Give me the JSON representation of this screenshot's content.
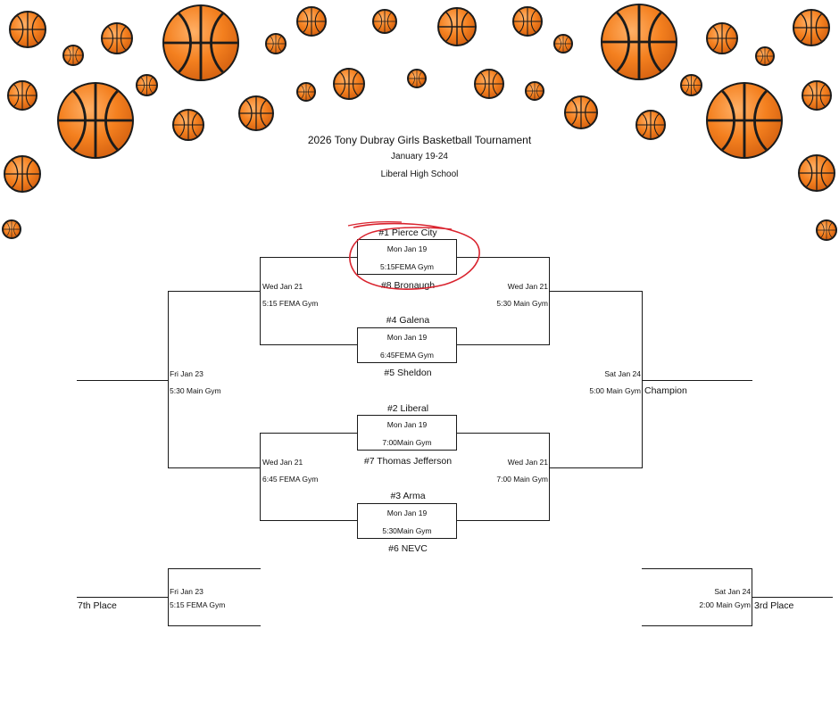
{
  "header": {
    "title": "2026 Tony Dubray Girls Basketball Tournament",
    "dates": "January 19-24",
    "location": "Liberal High School"
  },
  "colors": {
    "ball": "#f4801f",
    "ball_seam": "#1b1b1b",
    "highlight_circle": "#d9232e",
    "lines": "#1a1a1a"
  },
  "icons": {
    "decoration": "basketball-icon"
  },
  "games": {
    "g1": {
      "team_top": "#1 Pierce City",
      "date": "Mon Jan 19",
      "time": "5:15FEMA Gym",
      "team_bottom": "#8 Bronaugh"
    },
    "g2": {
      "team_top": "#4 Galena",
      "date": "Mon Jan 19",
      "time": "6:45FEMA Gym",
      "team_bottom": "#5 Sheldon"
    },
    "g3": {
      "team_top": "#2 Liberal",
      "date": "Mon Jan 19",
      "time": "7:00Main Gym",
      "team_bottom": "#7 Thomas Jefferson"
    },
    "g4": {
      "team_top": "#3 Arma",
      "date": "Mon Jan 19",
      "time": "5:30Main Gym",
      "team_bottom": "#6 NEVC"
    }
  },
  "labels": {
    "cons_top_date": "Wed Jan 21",
    "cons_top_time": "5:15 FEMA Gym",
    "semi_top_date": "Wed Jan 21",
    "semi_top_time": "5:30 Main Gym",
    "cons_bot_date": "Wed Jan 21",
    "cons_bot_time": "6:45 FEMA Gym",
    "semi_bot_date": "Wed Jan 21",
    "semi_bot_time": "7:00 Main Gym",
    "cons_final_date": "Fri Jan 23",
    "cons_final_time": "5:30 Main Gym",
    "final_date": "Sat Jan 24",
    "final_time": "5:00 Main Gym",
    "seventh_date": "Fri Jan 23",
    "seventh_time": "5:15 FEMA Gym",
    "third_date": "Sat Jan 24",
    "third_time": "2:00 Main Gym"
  },
  "places": {
    "champion": "Champion",
    "seventh": "7th Place",
    "third": "3rd Place"
  }
}
